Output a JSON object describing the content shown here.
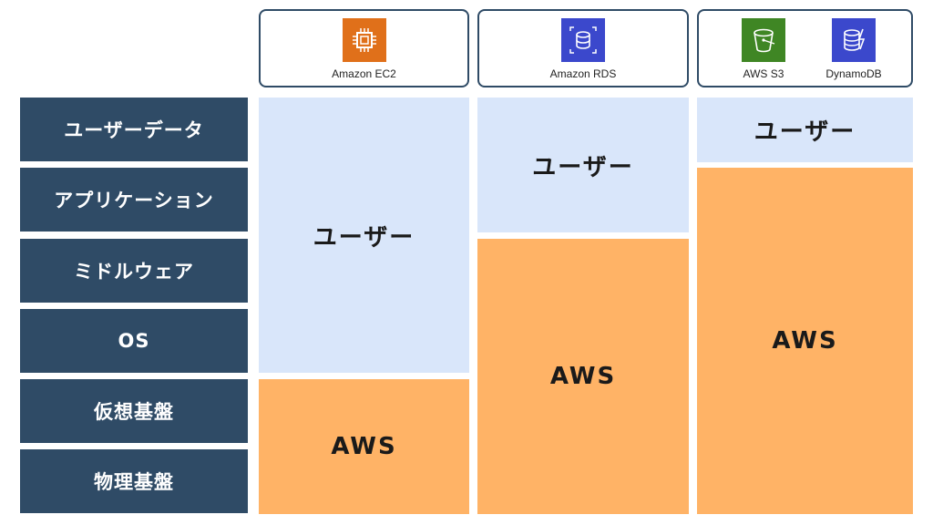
{
  "layers": [
    "ユーザーデータ",
    "アプリケーション",
    "ミドルウェア",
    "OS",
    "仮想基盤",
    "物理基盤"
  ],
  "columns": [
    {
      "services": [
        {
          "icon": "ec2-icon",
          "label": "Amazon EC2",
          "color": "#e0701a"
        }
      ],
      "user_label": "ユーザー",
      "aws_label": "AWS"
    },
    {
      "services": [
        {
          "icon": "rds-icon",
          "label": "Amazon RDS",
          "color": "#3b48cc"
        }
      ],
      "user_label": "ユーザー",
      "aws_label": "AWS"
    },
    {
      "services": [
        {
          "icon": "s3-icon",
          "label": "AWS S3",
          "color": "#3f8624"
        },
        {
          "icon": "dynamodb-icon",
          "label": "DynamoDB",
          "color": "#3b48cc"
        }
      ],
      "user_label": "ユーザー",
      "aws_label": "AWS"
    }
  ],
  "colors": {
    "layer": "#2f4b66",
    "user": "#d9e6fa",
    "aws": "#ffb366"
  }
}
